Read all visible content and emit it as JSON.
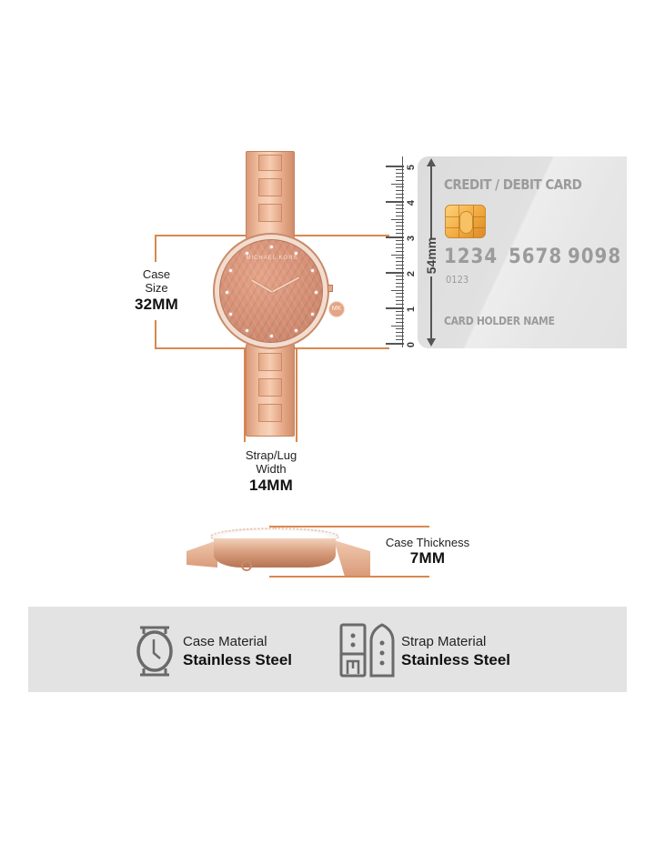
{
  "case_size": {
    "label_line1": "Case",
    "label_line2": "Size",
    "value": "32MM"
  },
  "strap_width": {
    "label_line1": "Strap/Lug",
    "label_line2": "Width",
    "value": "14MM"
  },
  "case_thickness": {
    "label": "Case Thickness",
    "value": "7MM"
  },
  "watch": {
    "brand_text": "MICHAEL KORS",
    "charm_text": "MK"
  },
  "ruler": {
    "marks": [
      "0",
      "1",
      "2",
      "3",
      "4",
      "5"
    ]
  },
  "card": {
    "title": "CREDIT / DEBIT CARD",
    "height_label": "54mm",
    "number_groups": [
      "1234",
      "5678",
      "9098"
    ],
    "sub_number": "0123",
    "holder": "CARD HOLDER NAME"
  },
  "materials": [
    {
      "icon": "watch-icon",
      "label": "Case Material",
      "value": "Stainless Steel"
    },
    {
      "icon": "strap-icon",
      "label": "Strap Material",
      "value": "Stainless Steel"
    }
  ],
  "colors": {
    "guide": "#d9884f",
    "rose_gold": "#d38e73",
    "band_bg": "#e3e3e3",
    "card_text": "#9b9b9b"
  }
}
